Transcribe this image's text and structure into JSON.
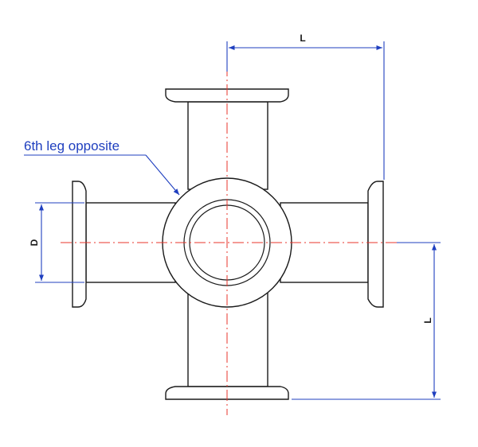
{
  "annotation": {
    "callout": "6th leg opposite"
  },
  "dimensions": {
    "top_length": "L",
    "right_length": "L",
    "diameter": "D"
  },
  "colors": {
    "outline": "#1a1a1a",
    "centerline": "#e8342b",
    "dimension": "#1f3fbf"
  }
}
